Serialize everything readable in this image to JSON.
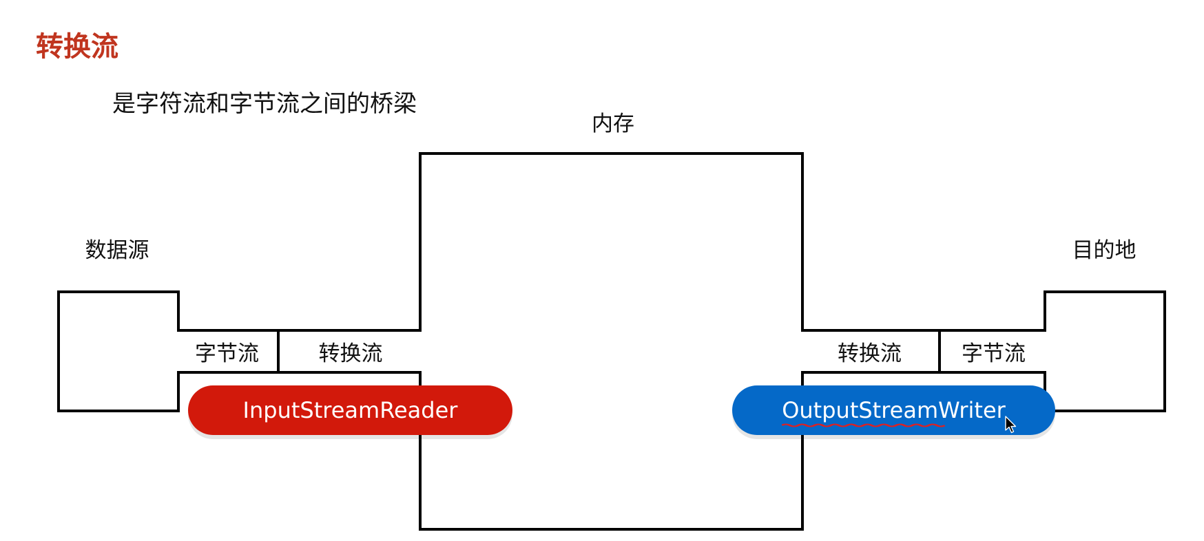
{
  "title": "转换流",
  "subtitle": "是字符流和字节流之间的桥梁",
  "memory": {
    "label": "内存"
  },
  "source": {
    "label": "数据源"
  },
  "destination": {
    "label": "目的地"
  },
  "input_pipe": {
    "byte_stream": "字节流",
    "conversion_stream": "转换流"
  },
  "output_pipe": {
    "conversion_stream": "转换流",
    "byte_stream": "字节流"
  },
  "input_class": {
    "label": "InputStreamReader",
    "color": "#d2190b"
  },
  "output_class": {
    "label": "OutputStreamWriter",
    "color": "#0569c8"
  },
  "colors": {
    "title": "#c0351f",
    "spellcheck_underline": "#e02020"
  },
  "icons": [
    "mouse-cursor-icon"
  ]
}
